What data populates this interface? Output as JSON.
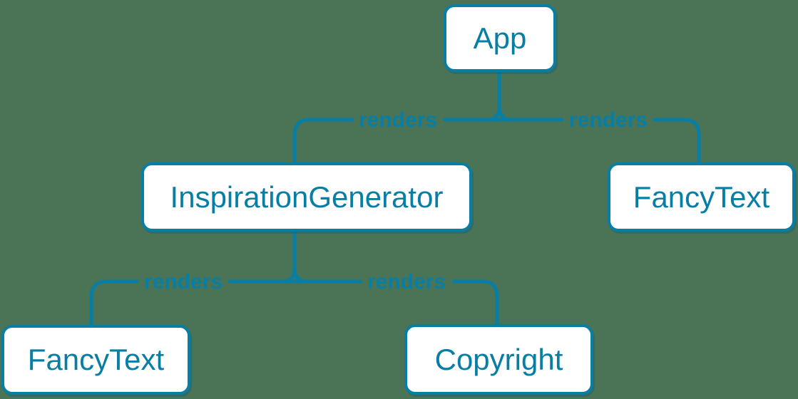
{
  "diagram": {
    "type": "render-tree",
    "colors": {
      "accent": "#087ea4",
      "background": "#4a7455",
      "node_fill": "#ffffff"
    },
    "nodes": [
      {
        "id": "app",
        "label": "App"
      },
      {
        "id": "inspiration-generator",
        "label": "InspirationGenerator"
      },
      {
        "id": "fancy-text-top",
        "label": "FancyText"
      },
      {
        "id": "fancy-text-bottom",
        "label": "FancyText"
      },
      {
        "id": "copyright",
        "label": "Copyright"
      }
    ],
    "edges": [
      {
        "from": "App",
        "to": "InspirationGenerator",
        "label": "renders"
      },
      {
        "from": "App",
        "to": "FancyText",
        "label": "renders"
      },
      {
        "from": "InspirationGenerator",
        "to": "FancyText",
        "label": "renders"
      },
      {
        "from": "InspirationGenerator",
        "to": "Copyright",
        "label": "renders"
      }
    ]
  }
}
